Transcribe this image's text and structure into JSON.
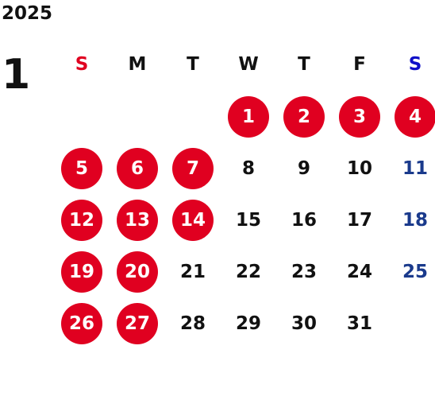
{
  "calendar": {
    "year": "2025",
    "month": "1",
    "colors": {
      "holiday_fill": "#e00020",
      "sunday_text": "#e00020",
      "saturday_header": "#1010c8",
      "saturday_text": "#1a3a8c",
      "normal_text": "#111111"
    },
    "weekdays": [
      "S",
      "M",
      "T",
      "W",
      "T",
      "F",
      "S"
    ],
    "weeks": [
      [
        {
          "day": "",
          "holiday": false
        },
        {
          "day": "",
          "holiday": false
        },
        {
          "day": "",
          "holiday": false
        },
        {
          "day": "1",
          "holiday": true
        },
        {
          "day": "2",
          "holiday": true
        },
        {
          "day": "3",
          "holiday": true
        },
        {
          "day": "4",
          "holiday": true
        }
      ],
      [
        {
          "day": "5",
          "holiday": true
        },
        {
          "day": "6",
          "holiday": true
        },
        {
          "day": "7",
          "holiday": true
        },
        {
          "day": "8",
          "holiday": false
        },
        {
          "day": "9",
          "holiday": false
        },
        {
          "day": "10",
          "holiday": false
        },
        {
          "day": "11",
          "holiday": false
        }
      ],
      [
        {
          "day": "12",
          "holiday": true
        },
        {
          "day": "13",
          "holiday": true
        },
        {
          "day": "14",
          "holiday": true
        },
        {
          "day": "15",
          "holiday": false
        },
        {
          "day": "16",
          "holiday": false
        },
        {
          "day": "17",
          "holiday": false
        },
        {
          "day": "18",
          "holiday": false
        }
      ],
      [
        {
          "day": "19",
          "holiday": true
        },
        {
          "day": "20",
          "holiday": true
        },
        {
          "day": "21",
          "holiday": false
        },
        {
          "day": "22",
          "holiday": false
        },
        {
          "day": "23",
          "holiday": false
        },
        {
          "day": "24",
          "holiday": false
        },
        {
          "day": "25",
          "holiday": false
        }
      ],
      [
        {
          "day": "26",
          "holiday": true
        },
        {
          "day": "27",
          "holiday": true
        },
        {
          "day": "28",
          "holiday": false
        },
        {
          "day": "29",
          "holiday": false
        },
        {
          "day": "30",
          "holiday": false
        },
        {
          "day": "31",
          "holiday": false
        },
        {
          "day": "",
          "holiday": false
        }
      ]
    ]
  }
}
